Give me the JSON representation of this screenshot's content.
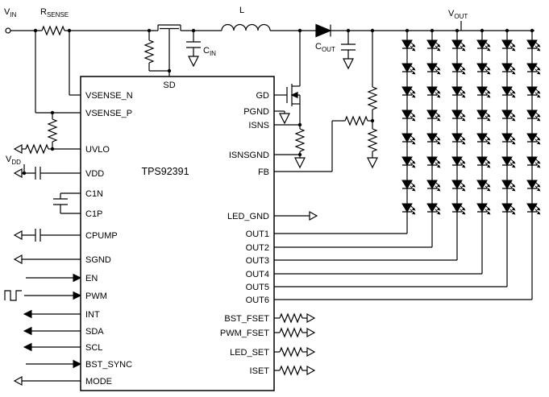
{
  "ic": {
    "name": "TPS92391",
    "top_pin": "SD",
    "left_pins": [
      "VSENSE_N",
      "VSENSE_P",
      "UVLO",
      "VDD",
      "C1N",
      "C1P",
      "CPUMP",
      "SGND",
      "EN",
      "PWM",
      "INT",
      "SDA",
      "SCL",
      "BST_SYNC",
      "MODE"
    ],
    "right_pins": [
      "GD",
      "PGND",
      "ISNS",
      "ISNSGND",
      "FB",
      "LED_GND",
      "OUT1",
      "OUT2",
      "OUT3",
      "OUT4",
      "OUT5",
      "OUT6",
      "BST_FSET",
      "PWM_FSET",
      "LED_SET",
      "ISET"
    ]
  },
  "labels": {
    "vin": {
      "base": "V",
      "sub": "IN"
    },
    "rsense": {
      "base": "R",
      "sub": "SENSE"
    },
    "inductor": "L",
    "cin": {
      "base": "C",
      "sub": "IN"
    },
    "cout": {
      "base": "C",
      "sub": "OUT"
    },
    "vout": {
      "base": "V",
      "sub": "OUT"
    },
    "vdd": {
      "base": "V",
      "sub": "DD"
    }
  },
  "led_matrix": {
    "columns": 6,
    "rows": 8
  },
  "colors": {
    "stroke": "#000000",
    "background": "#ffffff"
  }
}
